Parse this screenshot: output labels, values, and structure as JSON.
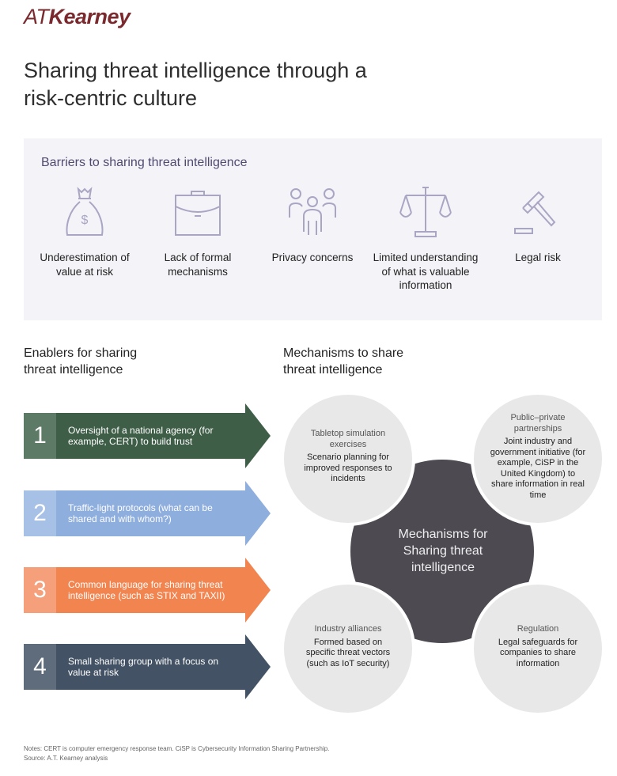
{
  "logo": {
    "prefix": "AT",
    "name": "Kearney"
  },
  "title": "Sharing threat intelligence through a risk-centric culture",
  "barriers": {
    "heading": "Barriers to sharing threat intelligence",
    "items": [
      {
        "icon": "money-bag-icon",
        "label": "Underestimation of value at risk"
      },
      {
        "icon": "briefcase-icon",
        "label": "Lack of formal mechanisms"
      },
      {
        "icon": "people-group-icon",
        "label": "Privacy concerns"
      },
      {
        "icon": "scales-icon",
        "label": "Limited understanding of what is valuable information"
      },
      {
        "icon": "gavel-icon",
        "label": "Legal risk"
      }
    ]
  },
  "enablers": {
    "heading": "Enablers for sharing threat intelligence",
    "items": [
      {
        "num": "1",
        "text": "Oversight of a national agency (for example, CERT) to build trust",
        "color": "#3f5e48",
        "num_color": "#5d7a66"
      },
      {
        "num": "2",
        "text": "Traffic-light protocols (what can be shared and with whom?)",
        "color": "#8eaede",
        "num_color": "#a6c0e6"
      },
      {
        "num": "3",
        "text": "Common language for sharing threat intelligence (such as STIX and TAXII)",
        "color": "#f2844f",
        "num_color": "#f5a07a"
      },
      {
        "num": "4",
        "text": "Small sharing group with a focus on value at risk",
        "color": "#435365",
        "num_color": "#5e6c7b"
      }
    ]
  },
  "mechanisms": {
    "heading": "Mechanisms to share threat intelligence",
    "center": "Mechanisms for Sharing threat intelligence",
    "items": [
      {
        "title": "Tabletop simulation exercises",
        "desc": "Scenario planning for improved responses to incidents"
      },
      {
        "title": "Public–private partnerships",
        "desc": "Joint industry and government initiative (for example, CiSP in the United Kingdom) to share information in real time"
      },
      {
        "title": "Industry alliances",
        "desc": "Formed based on specific threat vectors (such as IoT security)"
      },
      {
        "title": "Regulation",
        "desc": "Legal safeguards for companies to share information"
      }
    ]
  },
  "notes": {
    "line1": "Notes: CERT is computer emergency response team. CiSP is Cybersecurity Information Sharing Partnership.",
    "line2": "Source: A.T. Kearney analysis"
  }
}
